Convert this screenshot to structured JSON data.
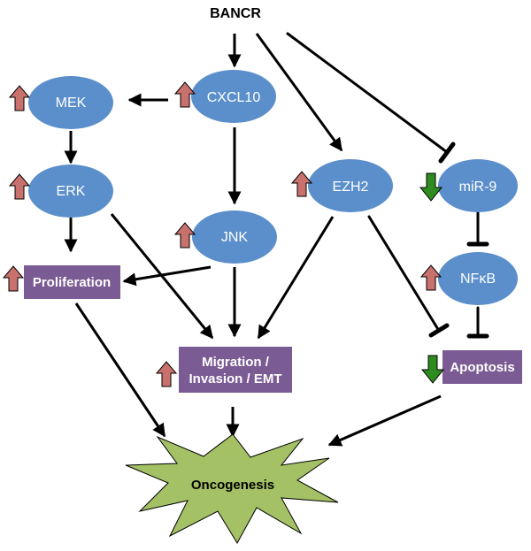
{
  "diagram": {
    "root": "BANCR",
    "nodes": {
      "mek": "MEK",
      "cxcl10": "CXCL10",
      "erk": "ERK",
      "jnk": "JNK",
      "ezh2": "EZH2",
      "mir9": "miR-9",
      "nfkb": "NFκB",
      "proliferation": "Proliferation",
      "migration_line1": "Migration /",
      "migration_line2": "Invasion / EMT",
      "apoptosis": "Apoptosis",
      "oncogenesis": "Oncogenesis"
    },
    "regulation": {
      "mek": "up",
      "cxcl10": "up",
      "erk": "up",
      "jnk": "up",
      "ezh2": "up",
      "mir9": "down",
      "nfkb": "up",
      "proliferation": "up",
      "migration": "up",
      "apoptosis": "down"
    },
    "colors": {
      "ellipse": "#5b8fcb",
      "box": "#7b5b94",
      "star": "#a4c165",
      "up_arrow": "#c9726d",
      "down_arrow": "#2e8b1f",
      "edge": "#000000"
    }
  }
}
